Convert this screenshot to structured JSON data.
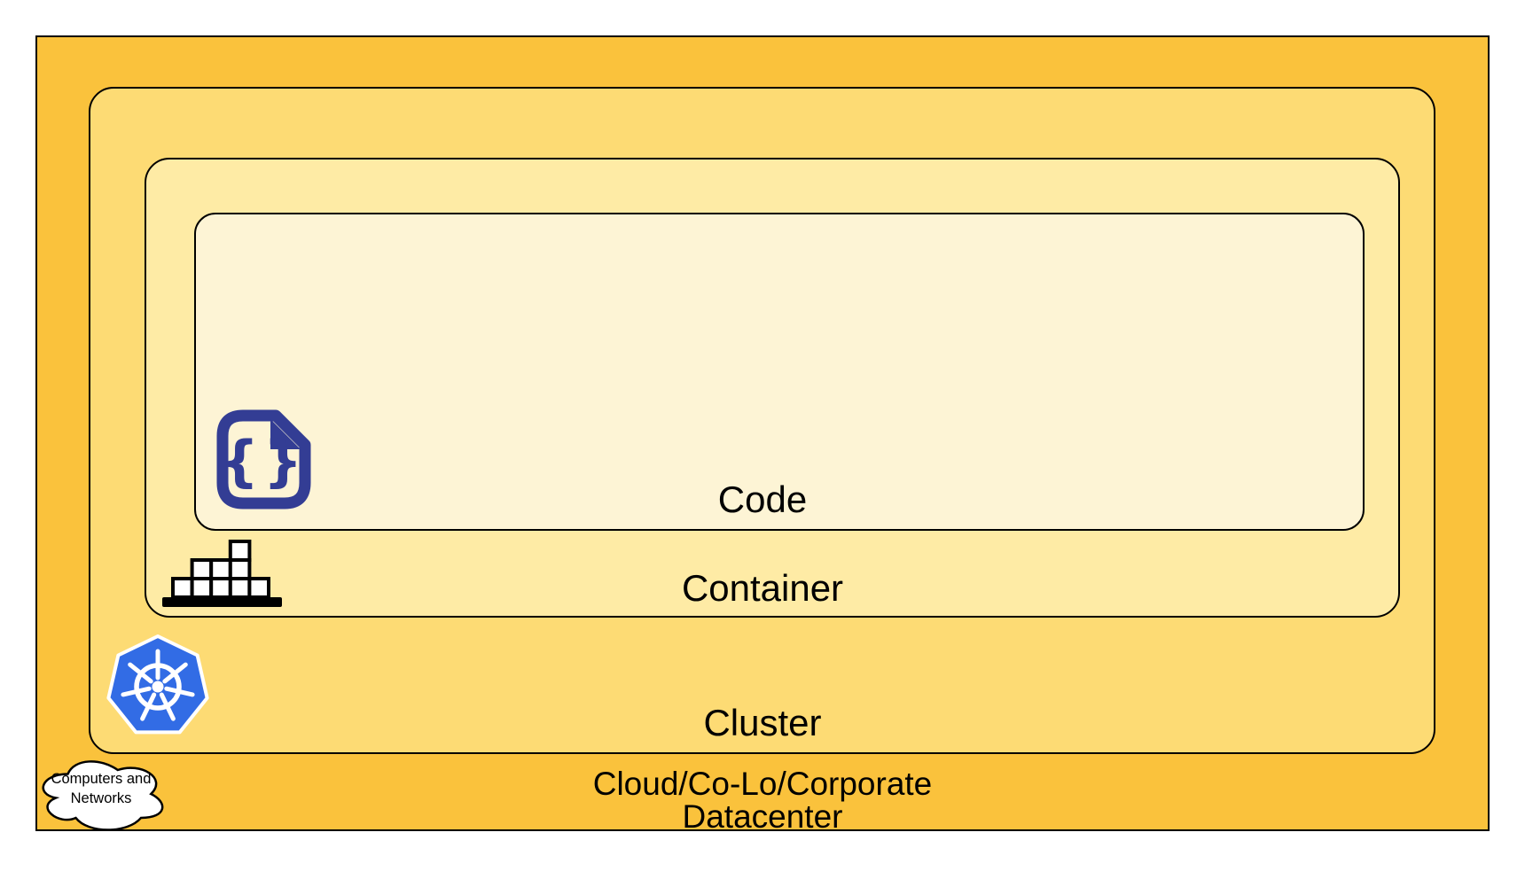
{
  "diagram": {
    "type": "nested-layers",
    "layers": [
      {
        "id": "code",
        "label": "Code",
        "fill": "#FDF4D5",
        "icon": "code-file-icon"
      },
      {
        "id": "container",
        "label": "Container",
        "fill": "#FEEBA5",
        "icon": "container-blocks-icon"
      },
      {
        "id": "cluster",
        "label": "Cluster",
        "fill": "#FDDB74",
        "icon": "kubernetes-icon"
      },
      {
        "id": "datacenter",
        "label": "Cloud/Co-Lo/Corporate\nDatacenter",
        "fill": "#FAC23C",
        "icon": "computers-networks-cloud"
      }
    ],
    "callout": {
      "label": "Computers and\nNetworks",
      "fill": "#FFFFFF"
    },
    "colors": {
      "outline": "#000000",
      "code_icon_navy": "#333D94",
      "kubernetes_blue": "#326CE5",
      "block_fill": "#FFFFFF",
      "block_outline": "#000000"
    }
  }
}
